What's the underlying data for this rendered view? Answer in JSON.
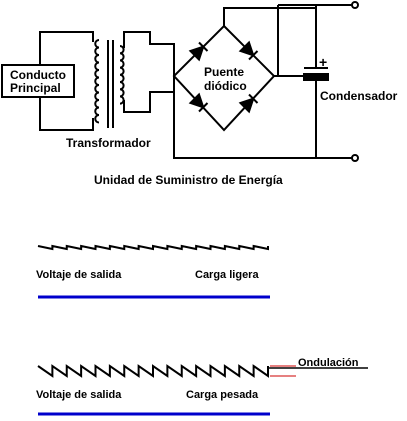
{
  "circuit": {
    "source_label_line1": "Conducto",
    "source_label_line2": "Principal",
    "transformer_label": "Transformador",
    "bridge_label_line1": "Puente",
    "bridge_label_line2": "diódico",
    "capacitor_label": "Condensador",
    "capacitor_polarity": "+",
    "title": "Unidad de Suministro de Energía"
  },
  "light_load": {
    "output_label": "Voltaje de salida",
    "load_label": "Carga ligera"
  },
  "heavy_load": {
    "output_label": "Voltaje de salida",
    "load_label": "Carga pesada",
    "ripple_label": "Ondulación"
  },
  "colors": {
    "line": "#000000",
    "dc_level": "#0000cc",
    "ripple_marker": "#cc0000"
  },
  "waveforms": {
    "light_teeth": 16,
    "heavy_teeth": 16
  }
}
